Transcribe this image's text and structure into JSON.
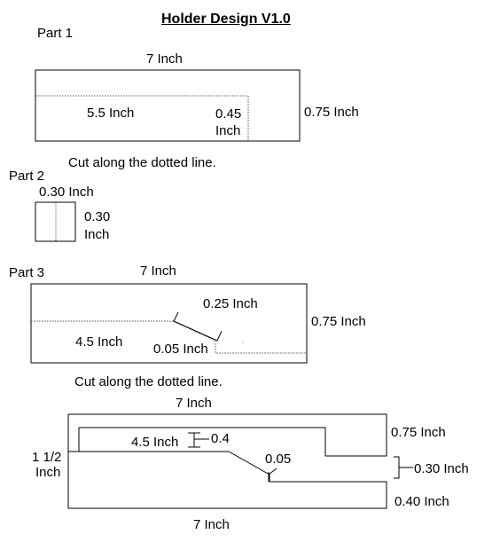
{
  "title": "Holder Design V1.0",
  "part1": {
    "label": "Part 1",
    "top_dim": "7 Inch",
    "inner_len": "5.5 Inch",
    "notch_w_1": "0.45",
    "notch_w_2": "Inch",
    "height": "0.75 Inch",
    "note": "Cut along the dotted line."
  },
  "part2": {
    "label": "Part 2",
    "width": "0.30 Inch",
    "height_1": "0.30",
    "height_2": "Inch"
  },
  "part3": {
    "label": "Part 3",
    "top_dim": "7 Inch",
    "slope_dim": "0.25 Inch",
    "inner_len": "4.5 Inch",
    "step": "0.05 Inch",
    "height": "0.75 Inch",
    "note": "Cut along the dotted line."
  },
  "assembly": {
    "top_dim": "7 Inch",
    "slot_len": "4.5 Inch",
    "slot_h": "0.4",
    "step": "0.05",
    "left_1": "1 1/2",
    "left_2": "Inch",
    "right_top": "0.75 Inch",
    "right_mid": "0.30  Inch",
    "right_bot": "0.40 Inch",
    "bottom_dim": "7 Inch"
  }
}
